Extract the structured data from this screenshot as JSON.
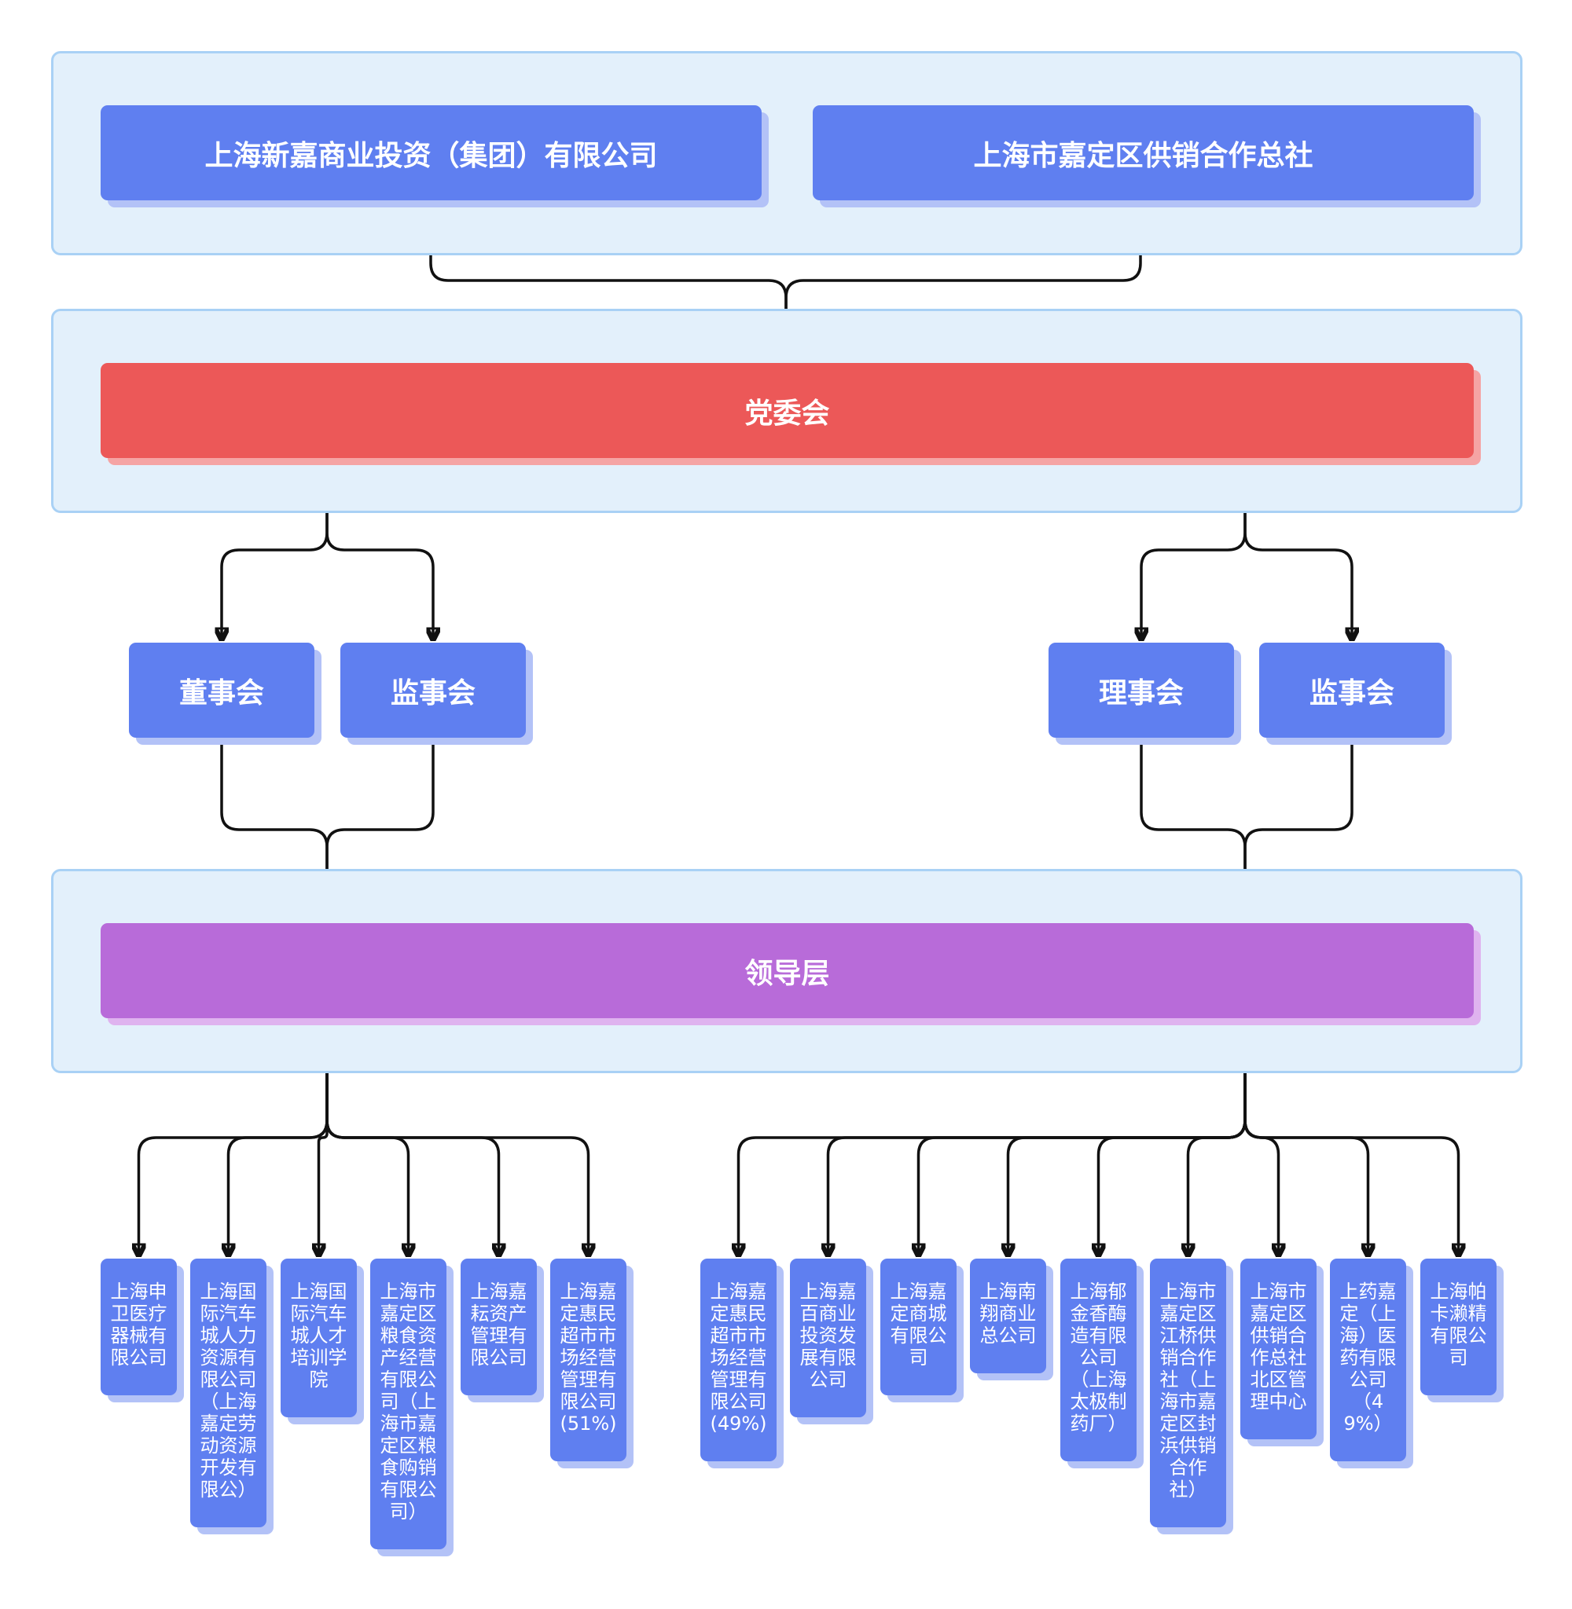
{
  "top": {
    "left": "上海新嘉商业投资（集团）有限公司",
    "right": "上海市嘉定区供销合作总社"
  },
  "party": "党委会",
  "left_boards": {
    "board": "董事会",
    "supervisory": "监事会"
  },
  "right_boards": {
    "council": "理事会",
    "supervisory": "监事会"
  },
  "leadership": "领导层",
  "left_subsidiaries": [
    "上海申卫医疗器械有限公司",
    "上海国际汽车城人力资源有限公司（上海嘉定劳动资源开发有限公）",
    "上海国际汽车城人才培训学院",
    "上海市嘉定区粮食资产经营有限公司（上海市嘉定区粮食购销有限公司）",
    "上海嘉耘资产管理有限公司",
    "上海嘉定惠民超市市场经营管理有限公司(51%)"
  ],
  "right_subsidiaries": [
    "上海嘉定惠民超市市场经营管理有限公司(49%)",
    "上海嘉百商业投资发展有限公司",
    "上海嘉定商城有限公司",
    "上海南翔商业总公司",
    "上海郁金香酶造有限公司（上海太极制药厂）",
    "上海市嘉定区江桥供销合作社（上海市嘉定区封浜供销合作社）",
    "上海市嘉定区供销合作总社北区管理中心",
    "上药嘉定（上海）医药有限公司（49%）",
    "上海帕卡濑精有限公司"
  ],
  "colors": {
    "group_bg": "#e3f0fb",
    "node_blue": "#5f7ff0",
    "node_red": "#ec5858",
    "node_purple": "#b86bd9",
    "edge": "#111111"
  }
}
